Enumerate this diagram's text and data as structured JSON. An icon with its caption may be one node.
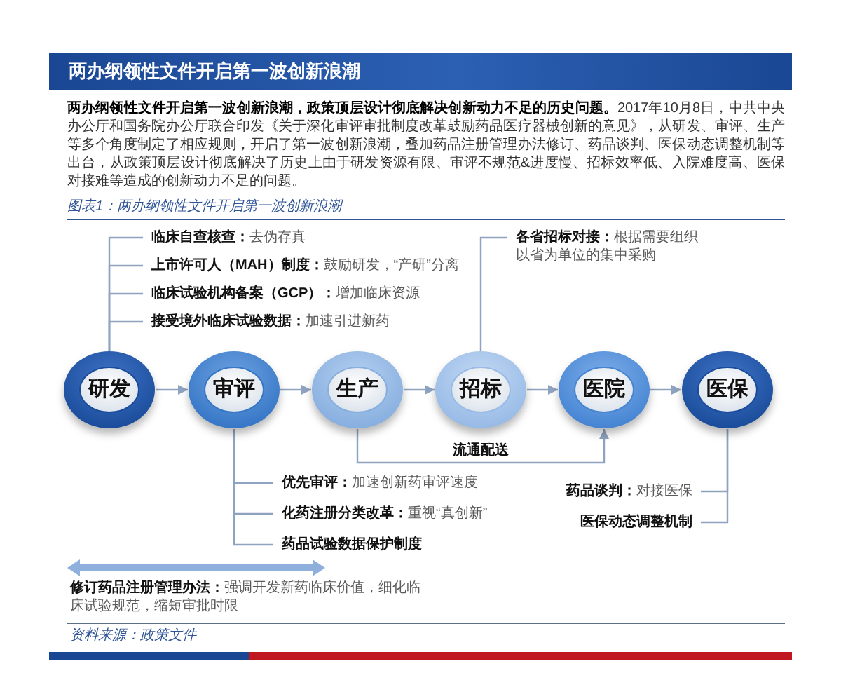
{
  "diagram": {
    "title": "两办纲领性文件开启第一波创新浪潮",
    "caption": "图表1：两办纲领性文件开启第一波创新浪潮",
    "nodes": [
      {
        "text": [
          "**临床自查核查：**去伪存真"
        ]
      },
      {
        "text": [
          "**上市许可人（MAH）制度：**鼓励研发，“产研”分离"
        ]
      },
      {
        "text": [
          "**临床试验机构备案（GCP）：**增加临床资源"
        ]
      },
      {
        "text": [
          "**接受境外临床试验数据：**加速引进新药"
        ]
      },
      {
        "text": [
          "**各省招标对接：**根据需要组织以省为单位的集中采购"
        ]
      },
      {
        "text": [
          "研发"
        ]
      },
      {
        "text": [
          "审评"
        ]
      },
      {
        "text": [
          "生产"
        ]
      },
      {
        "text": [
          "招标"
        ]
      },
      {
        "text": [
          "医院"
        ]
      },
      {
        "text": [
          "医保"
        ]
      },
      {
        "text": [
          "**优先审评：**加速创新药审评速度"
        ]
      },
      {
        "text": [
          "**化药注册分类改革：**重视“真创新”"
        ]
      },
      {
        "text": [
          "药品试验数据保护制度"
        ]
      },
      {
        "text": [
          "**药品谈判：**对接医保"
        ]
      },
      {
        "text": [
          "医保动态调整机制"
        ]
      }
    ],
    "edges": [
      {
        "from": 5,
        "to": 0,
        "arrow": "none"
      },
      {
        "from": 5,
        "to": 1,
        "arrow": "none"
      },
      {
        "from": 5,
        "to": 2,
        "arrow": "none"
      },
      {
        "from": 5,
        "to": 3,
        "arrow": "none"
      },
      {
        "from": 8,
        "to": 4,
        "arrow": "none"
      },
      {
        "from": 5,
        "to": 6,
        "arrow": "to"
      },
      {
        "from": 6,
        "to": 7,
        "arrow": "to"
      },
      {
        "from": 7,
        "to": 8,
        "arrow": "to"
      },
      {
        "from": 8,
        "to": 9,
        "arrow": "to"
      },
      {
        "from": 9,
        "to": 10,
        "arrow": "to"
      },
      {
        "from": 7,
        "to": 9,
        "arrow": "to",
        "label": "流通配送"
      },
      {
        "from": 6,
        "to": 11,
        "arrow": "none"
      },
      {
        "from": 6,
        "to": 12,
        "arrow": "none"
      },
      {
        "from": 6,
        "to": 13,
        "arrow": "none"
      },
      {
        "from": 10,
        "to": 14,
        "arrow": "none"
      },
      {
        "from": 10,
        "to": 15,
        "arrow": "none"
      }
    ],
    "labels": [
      "**两办纲领性文件开启第一波创新浪潮，政策顶层设计彻底解决创新动力不足的历史问题。**2017年10月8日，中共中央办公厅和国务院办公厅联合印发《关于深化审评审批制度改革鼓励药品医疗器械创新的意见》，从研发、审评、生产等多个角度制定了相应规则，开启了第一波创新浪潮，叠加药品注册管理办法修订、药品谈判、医保动态调整机制等出台，从政策顶层设计彻底解决了历史上由于研发资源有限、审评不规范&进度慢、招标效率低、入院难度高、医保对接难等造成的创新动力不足的问题。",
      "**修订药品注册管理办法：**强调开发新药临床价值，细化临床试验规范，缩短审批时限",
      "资料来源：政策文件"
    ]
  }
}
